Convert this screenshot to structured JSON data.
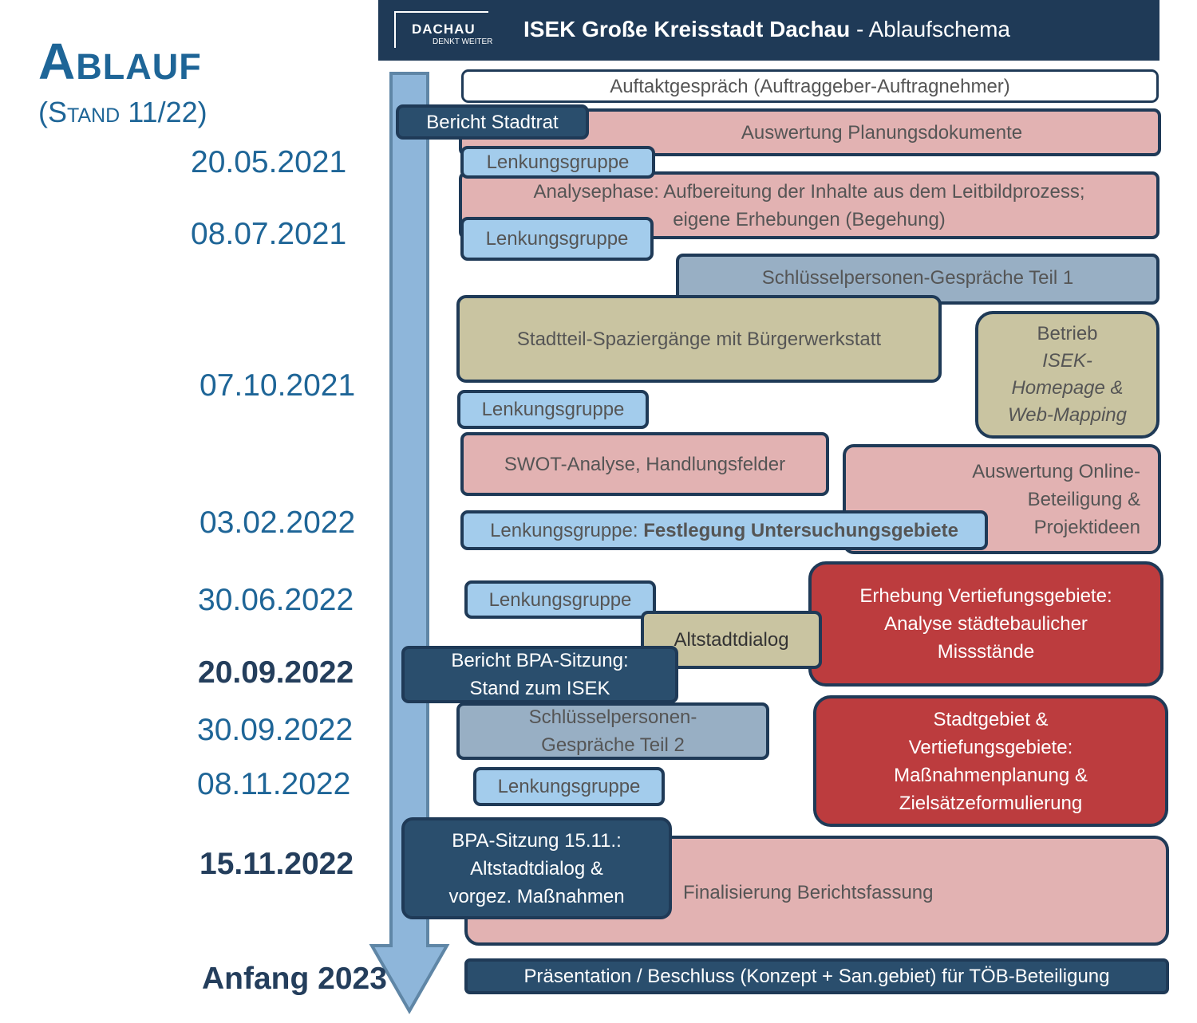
{
  "side": {
    "title": "Ablauf",
    "subtitle": "(Stand 11/22)"
  },
  "header": {
    "logo_main": "DACHAU",
    "logo_sub": "DENKT WEITER",
    "title_bold": "ISEK Große Kreisstadt Dachau",
    "title_rest": " - Ablaufschema"
  },
  "dates": {
    "d1": "20.05.2021",
    "d2": "08.07.2021",
    "d3": "07.10.2021",
    "d4": "03.02.2022",
    "d5": "30.06.2022",
    "d6": "20.09.2022",
    "d7": "30.09.2022",
    "d8": "08.11.2022",
    "d9": "15.11.2022",
    "d10": "Anfang 2023"
  },
  "boxes": {
    "auftakt": "Auftaktgespräch (Auftraggeber-Auftragnehmer)",
    "bericht_stadtrat": "Bericht Stadtrat",
    "auswertung_planung": "Auswertung Planungsdokumente",
    "lenkung": "Lenkungsgruppe",
    "analyse_l1": "Analysephase: Aufbereitung der Inhalte aus dem Leitbildprozess;",
    "analyse_l2": "eigene Erhebungen (Begehung)",
    "schluessel1": "Schlüsselpersonen-Gespräche Teil 1",
    "spaziergaenge": "Stadtteil-Spaziergänge mit Bürgerwerkstatt",
    "betrieb_l1": "Betrieb",
    "betrieb_l2": "ISEK-",
    "betrieb_l3": "Homepage &",
    "betrieb_l4": "Web-Mapping",
    "swot": "SWOT-Analyse, Handlungsfelder",
    "online_l1": "Auswertung Online-",
    "online_l2": "Beteiligung &",
    "online_l3": "Projektideen",
    "lenkung_prefix": "Lenkungsgruppe: ",
    "lenkung_bold": "Festlegung Untersuchungsgebiete",
    "erhebung_l1": "Erhebung Vertiefungsgebiete:",
    "erhebung_l2": "Analyse städtebaulicher",
    "erhebung_l3": "Missstände",
    "altstadtdialog": "Altstadtdialog",
    "bpa_bericht_l1": "Bericht BPA-Sitzung:",
    "bpa_bericht_l2": "Stand zum ISEK",
    "schluessel2_l1": "Schlüsselpersonen-",
    "schluessel2_l2": "Gespräche Teil 2",
    "stadtgebiet_l1": "Stadtgebiet &",
    "stadtgebiet_l2": "Vertiefungsgebiete:",
    "stadtgebiet_l3": "Maßnahmenplanung &",
    "stadtgebiet_l4": "Zielsätzeformulierung",
    "bpa_sitzung_l1": "BPA-Sitzung 15.11.:",
    "bpa_sitzung_l2": "Altstadtdialog &",
    "bpa_sitzung_l3": "vorgez. Maßnahmen",
    "finalisierung": "Finalisierung Berichtsfassung",
    "praesentation": "Präsentation / Beschluss (Konzept + San.gebiet) für TÖB-Beteiligung"
  },
  "colors": {
    "navy": "#1f3a57",
    "date_blue": "#1e6597",
    "arrow": "#8eb6da",
    "pink": "#e2b2b2",
    "light_blue": "#a3ccec",
    "grey_blue": "#98afc4",
    "khaki": "#c9c4a1",
    "red": "#bc3c3e"
  }
}
